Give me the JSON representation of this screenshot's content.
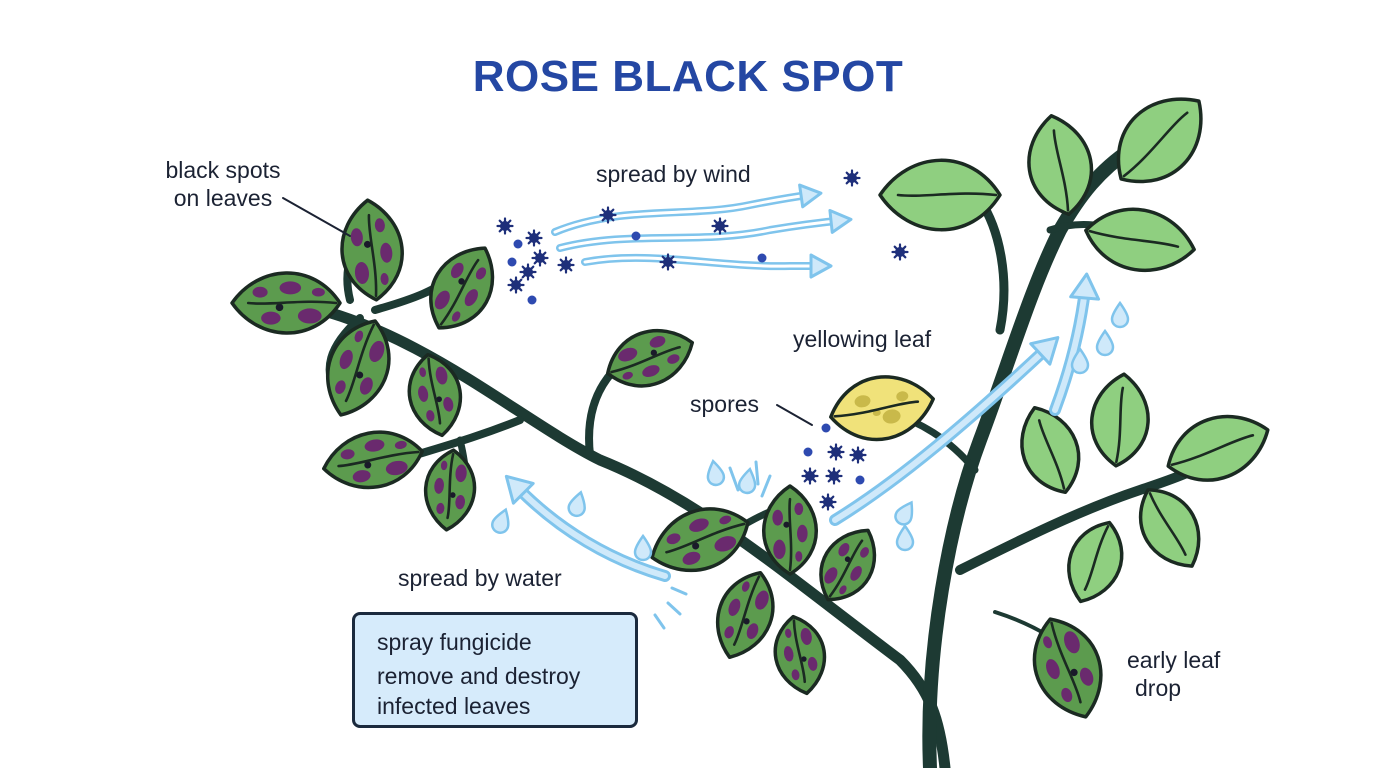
{
  "title": "ROSE BLACK SPOT",
  "labels": {
    "black_spots": [
      "black spots",
      "on leaves"
    ],
    "spread_wind": "spread by wind",
    "yellowing_leaf": "yellowing leaf",
    "spores": "spores",
    "spread_water": "spread by water",
    "early_drop": [
      "early leaf",
      "drop"
    ]
  },
  "management_box": {
    "lines": [
      "spray fungicide",
      "remove and destroy",
      "infected leaves"
    ]
  },
  "colors": {
    "title": "#2447a3",
    "stem": "#1d3a33",
    "outline": "#1b2a22",
    "infected_leaf": "#5c9b4e",
    "healthy_leaf": "#8fcf80",
    "lesion": "#6a2a6e",
    "yellow_leaf": "#f0e27a",
    "spore": "#1e2f7a",
    "arrow": "#7fc4ec",
    "arrow_light": "#cfe9fa",
    "box_fill": "#d6ebfb"
  },
  "icons": [
    "wind-arrow-icon",
    "water-arrow-icon",
    "water-droplet-icon",
    "spore-icon"
  ]
}
